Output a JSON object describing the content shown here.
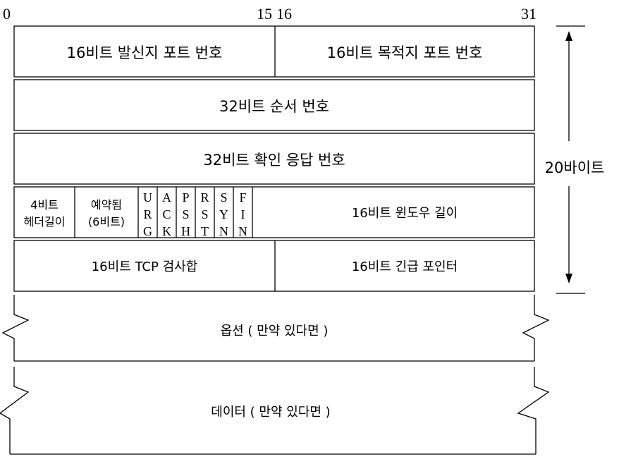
{
  "bit_ruler": {
    "b0": "0",
    "b15": "15",
    "b16": "16",
    "b31": "31"
  },
  "rows": {
    "ports": {
      "source": "16비트 발신지 포트 번호",
      "dest": "16비트 목적지 포트 번호"
    },
    "sequence": "32비트 순서 번호",
    "ack": "32비트 확인 응답 번호",
    "control": {
      "hlen": [
        "4비트",
        "헤더길이"
      ],
      "reserved": [
        "예약됨",
        "(6비트)"
      ],
      "flags": [
        [
          "U",
          "R",
          "G"
        ],
        [
          "A",
          "C",
          "K"
        ],
        [
          "P",
          "S",
          "H"
        ],
        [
          "R",
          "S",
          "T"
        ],
        [
          "S",
          "Y",
          "N"
        ],
        [
          "F",
          "I",
          "N"
        ]
      ],
      "window": "16비트 윈도우 길이"
    },
    "checksum_row": {
      "checksum": "16비트 TCP 검사합",
      "urgent": "16비트 긴급 포인터"
    },
    "options": "옵션 ( 만약 있다면 )",
    "data": "데이터 ( 만약 있다면 )"
  },
  "header_size": "20바이트"
}
